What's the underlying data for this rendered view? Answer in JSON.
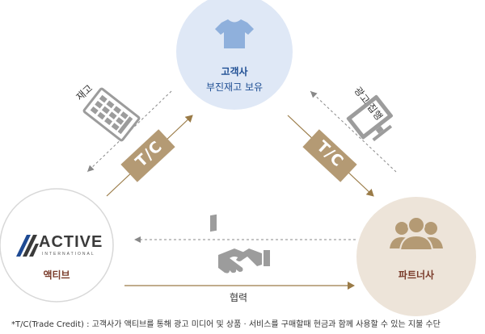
{
  "nodes": {
    "customer": {
      "title": "고객사",
      "subtitle": "부진재고 보유"
    },
    "active": {
      "title": "액티브",
      "logo_main": "ACTIVE",
      "logo_sub": "INTERNATIONAL"
    },
    "partner": {
      "title": "파트너사"
    }
  },
  "edges": {
    "tc_left": "T/C",
    "tc_right": "T/C",
    "inventory": "재고",
    "ad_exec": "광고 집행",
    "cooperation": "협력"
  },
  "footnote": "*T/C(Trade Credit) : 고객사가 액티브를 통해 광고 미디어 및 상품 · 서비스를 구매할때 현금과 함께 사용할 수 있는 지불 수단",
  "colors": {
    "customer_circle": "#dfe8f6",
    "active_circle": "#ffffff",
    "partner_circle": "#ede4d9",
    "tc_box": "#b49a74",
    "arrow_solid": "#9a7b47",
    "arrow_dashed": "#888888",
    "customer_title": "#1f4f94",
    "active_title": "#7a3b2a",
    "partner_title": "#7a3b2a",
    "logo_accent": "#1e4a93",
    "icon_gray": "#9c9c9c"
  },
  "icons": {
    "customer": "shirt-icon",
    "inventory": "keyboard-icon",
    "ad_exec": "monitor-icon",
    "active": "active-logo",
    "partner": "people-group-icon",
    "cooperation": "handshake-icon"
  }
}
